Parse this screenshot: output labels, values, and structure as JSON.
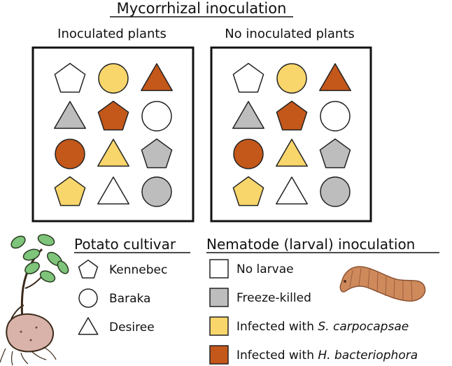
{
  "title": "Mycorrhizal inoculation",
  "panels": [
    {
      "label": "Inoculated plants",
      "grid": [
        [
          {
            "shape": "pentagon",
            "treatment": "none"
          },
          {
            "shape": "circle",
            "treatment": "sc"
          },
          {
            "shape": "triangle",
            "treatment": "hb"
          }
        ],
        [
          {
            "shape": "triangle",
            "treatment": "fk"
          },
          {
            "shape": "pentagon",
            "treatment": "hb"
          },
          {
            "shape": "circle",
            "treatment": "none"
          }
        ],
        [
          {
            "shape": "circle",
            "treatment": "hb"
          },
          {
            "shape": "triangle",
            "treatment": "sc"
          },
          {
            "shape": "pentagon",
            "treatment": "fk"
          }
        ],
        [
          {
            "shape": "pentagon",
            "treatment": "sc"
          },
          {
            "shape": "triangle",
            "treatment": "none"
          },
          {
            "shape": "circle",
            "treatment": "fk"
          }
        ]
      ]
    },
    {
      "label": "No inoculated plants",
      "grid": [
        [
          {
            "shape": "pentagon",
            "treatment": "none"
          },
          {
            "shape": "circle",
            "treatment": "sc"
          },
          {
            "shape": "triangle",
            "treatment": "hb"
          }
        ],
        [
          {
            "shape": "triangle",
            "treatment": "fk"
          },
          {
            "shape": "pentagon",
            "treatment": "hb"
          },
          {
            "shape": "circle",
            "treatment": "none"
          }
        ],
        [
          {
            "shape": "circle",
            "treatment": "hb"
          },
          {
            "shape": "triangle",
            "treatment": "sc"
          },
          {
            "shape": "pentagon",
            "treatment": "fk"
          }
        ],
        [
          {
            "shape": "pentagon",
            "treatment": "sc"
          },
          {
            "shape": "triangle",
            "treatment": "none"
          },
          {
            "shape": "circle",
            "treatment": "fk"
          }
        ]
      ]
    }
  ],
  "cultivar_legend": {
    "heading": "Potato cultivar",
    "items": [
      {
        "shape": "pentagon",
        "label": "Kennebec"
      },
      {
        "shape": "circle",
        "label": "Baraka"
      },
      {
        "shape": "triangle",
        "label": "Desiree"
      }
    ]
  },
  "nematode_legend": {
    "heading": "Nematode (larval) inoculation",
    "items": [
      {
        "key": "none",
        "label": "No larvae",
        "species": "",
        "color": "#ffffff"
      },
      {
        "key": "fk",
        "label": "Freeze-killed",
        "species": "",
        "color": "#bdbdbd"
      },
      {
        "key": "sc",
        "label": "Infected with ",
        "species": "S. carpocapsae",
        "color": "#f9d66b"
      },
      {
        "key": "hb",
        "label": "Infected with ",
        "species": "H. bacteriophora",
        "color": "#c4571a"
      }
    ]
  },
  "illustrations": [
    "potato-plant-icon",
    "larva-icon"
  ]
}
